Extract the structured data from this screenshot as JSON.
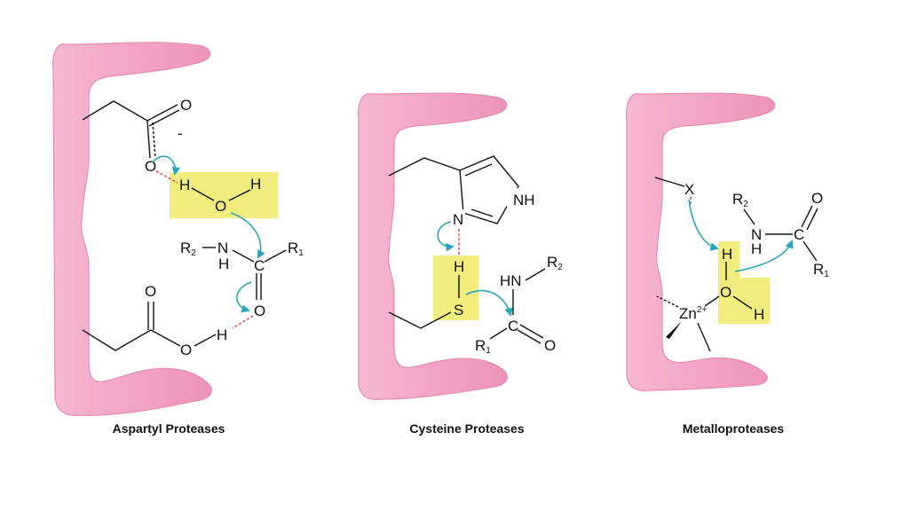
{
  "panels": [
    {
      "title": "Aspartyl Proteases",
      "labels": {
        "o_top": "O",
        "charge": "-",
        "o_carboxylate": "O",
        "h_water_1": "H",
        "o_water": "O",
        "h_water_2": "H",
        "r2": "R",
        "r2_sub": "2",
        "nh_n": "N",
        "nh_h": "H",
        "carbon": "C",
        "r1": "R",
        "r1_sub": "1",
        "carbonyl_o": "O",
        "o_acid_top": "O",
        "o_acid": "O",
        "h_acid": "H"
      }
    },
    {
      "title": "Cysteine Proteases",
      "labels": {
        "nh_ring": "NH",
        "n_ring": "N",
        "h_thiol": "H",
        "s_thiol": "S",
        "hn": "HN",
        "r2": "R",
        "r2_sub": "2",
        "carbon": "C",
        "r1": "R",
        "r1_sub": "1",
        "carbonyl_o": "O"
      }
    },
    {
      "title": "Metalloproteases",
      "labels": {
        "x": "X",
        "zn": "Zn",
        "zn_charge": "2+",
        "h_water_1": "H",
        "o_water": "O",
        "h_water_2": "H",
        "r2": "R",
        "r2_sub": "2",
        "n": "N",
        "h_n": "H",
        "carbon": "C",
        "carbonyl_o": "O",
        "r1": "R",
        "r1_sub": "1"
      }
    }
  ],
  "colors": {
    "protein": "#f3a9c8",
    "protein_edge": "#e58cb2",
    "highlight": "#f1ec7e",
    "electron_arrow": "#2aa6b8",
    "hydrogen_bond": "#d9534f"
  }
}
